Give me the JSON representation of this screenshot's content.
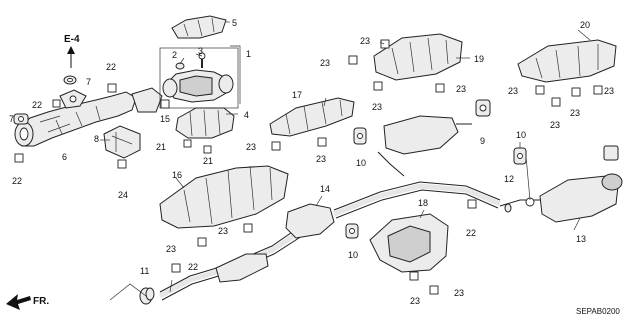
{
  "diagram_code": "SEPAB0200",
  "reference_label": "E-4",
  "direction_label": "FR.",
  "callouts": [
    {
      "id": "c1",
      "text": "1"
    },
    {
      "id": "c2",
      "text": "2"
    },
    {
      "id": "c3",
      "text": "3"
    },
    {
      "id": "c4",
      "text": "4"
    },
    {
      "id": "c5",
      "text": "5"
    },
    {
      "id": "c6",
      "text": "6"
    },
    {
      "id": "c7a",
      "text": "7"
    },
    {
      "id": "c7b",
      "text": "7"
    },
    {
      "id": "c8",
      "text": "8"
    },
    {
      "id": "c9",
      "text": "9"
    },
    {
      "id": "c10a",
      "text": "10"
    },
    {
      "id": "c10b",
      "text": "10"
    },
    {
      "id": "c10c",
      "text": "10"
    },
    {
      "id": "c11",
      "text": "11"
    },
    {
      "id": "c12",
      "text": "12"
    },
    {
      "id": "c13",
      "text": "13"
    },
    {
      "id": "c14",
      "text": "14"
    },
    {
      "id": "c15",
      "text": "15"
    },
    {
      "id": "c16",
      "text": "16"
    },
    {
      "id": "c17",
      "text": "17"
    },
    {
      "id": "c18",
      "text": "18"
    },
    {
      "id": "c19",
      "text": "19"
    },
    {
      "id": "c20",
      "text": "20"
    },
    {
      "id": "c21a",
      "text": "21"
    },
    {
      "id": "c21b",
      "text": "21"
    },
    {
      "id": "c22a",
      "text": "22"
    },
    {
      "id": "c22b",
      "text": "22"
    },
    {
      "id": "c22c",
      "text": "22"
    },
    {
      "id": "c22d",
      "text": "22"
    },
    {
      "id": "c22e",
      "text": "22"
    },
    {
      "id": "c23a",
      "text": "23"
    },
    {
      "id": "c23b",
      "text": "23"
    },
    {
      "id": "c23c",
      "text": "23"
    },
    {
      "id": "c23d",
      "text": "23"
    },
    {
      "id": "c23e",
      "text": "23"
    },
    {
      "id": "c23f",
      "text": "23"
    },
    {
      "id": "c23g",
      "text": "23"
    },
    {
      "id": "c23h",
      "text": "23"
    },
    {
      "id": "c23i",
      "text": "23"
    },
    {
      "id": "c23j",
      "text": "23"
    },
    {
      "id": "c23k",
      "text": "23"
    },
    {
      "id": "c23l",
      "text": "23"
    },
    {
      "id": "c23m",
      "text": "23"
    },
    {
      "id": "c23n",
      "text": "23"
    },
    {
      "id": "c24",
      "text": "24"
    }
  ]
}
